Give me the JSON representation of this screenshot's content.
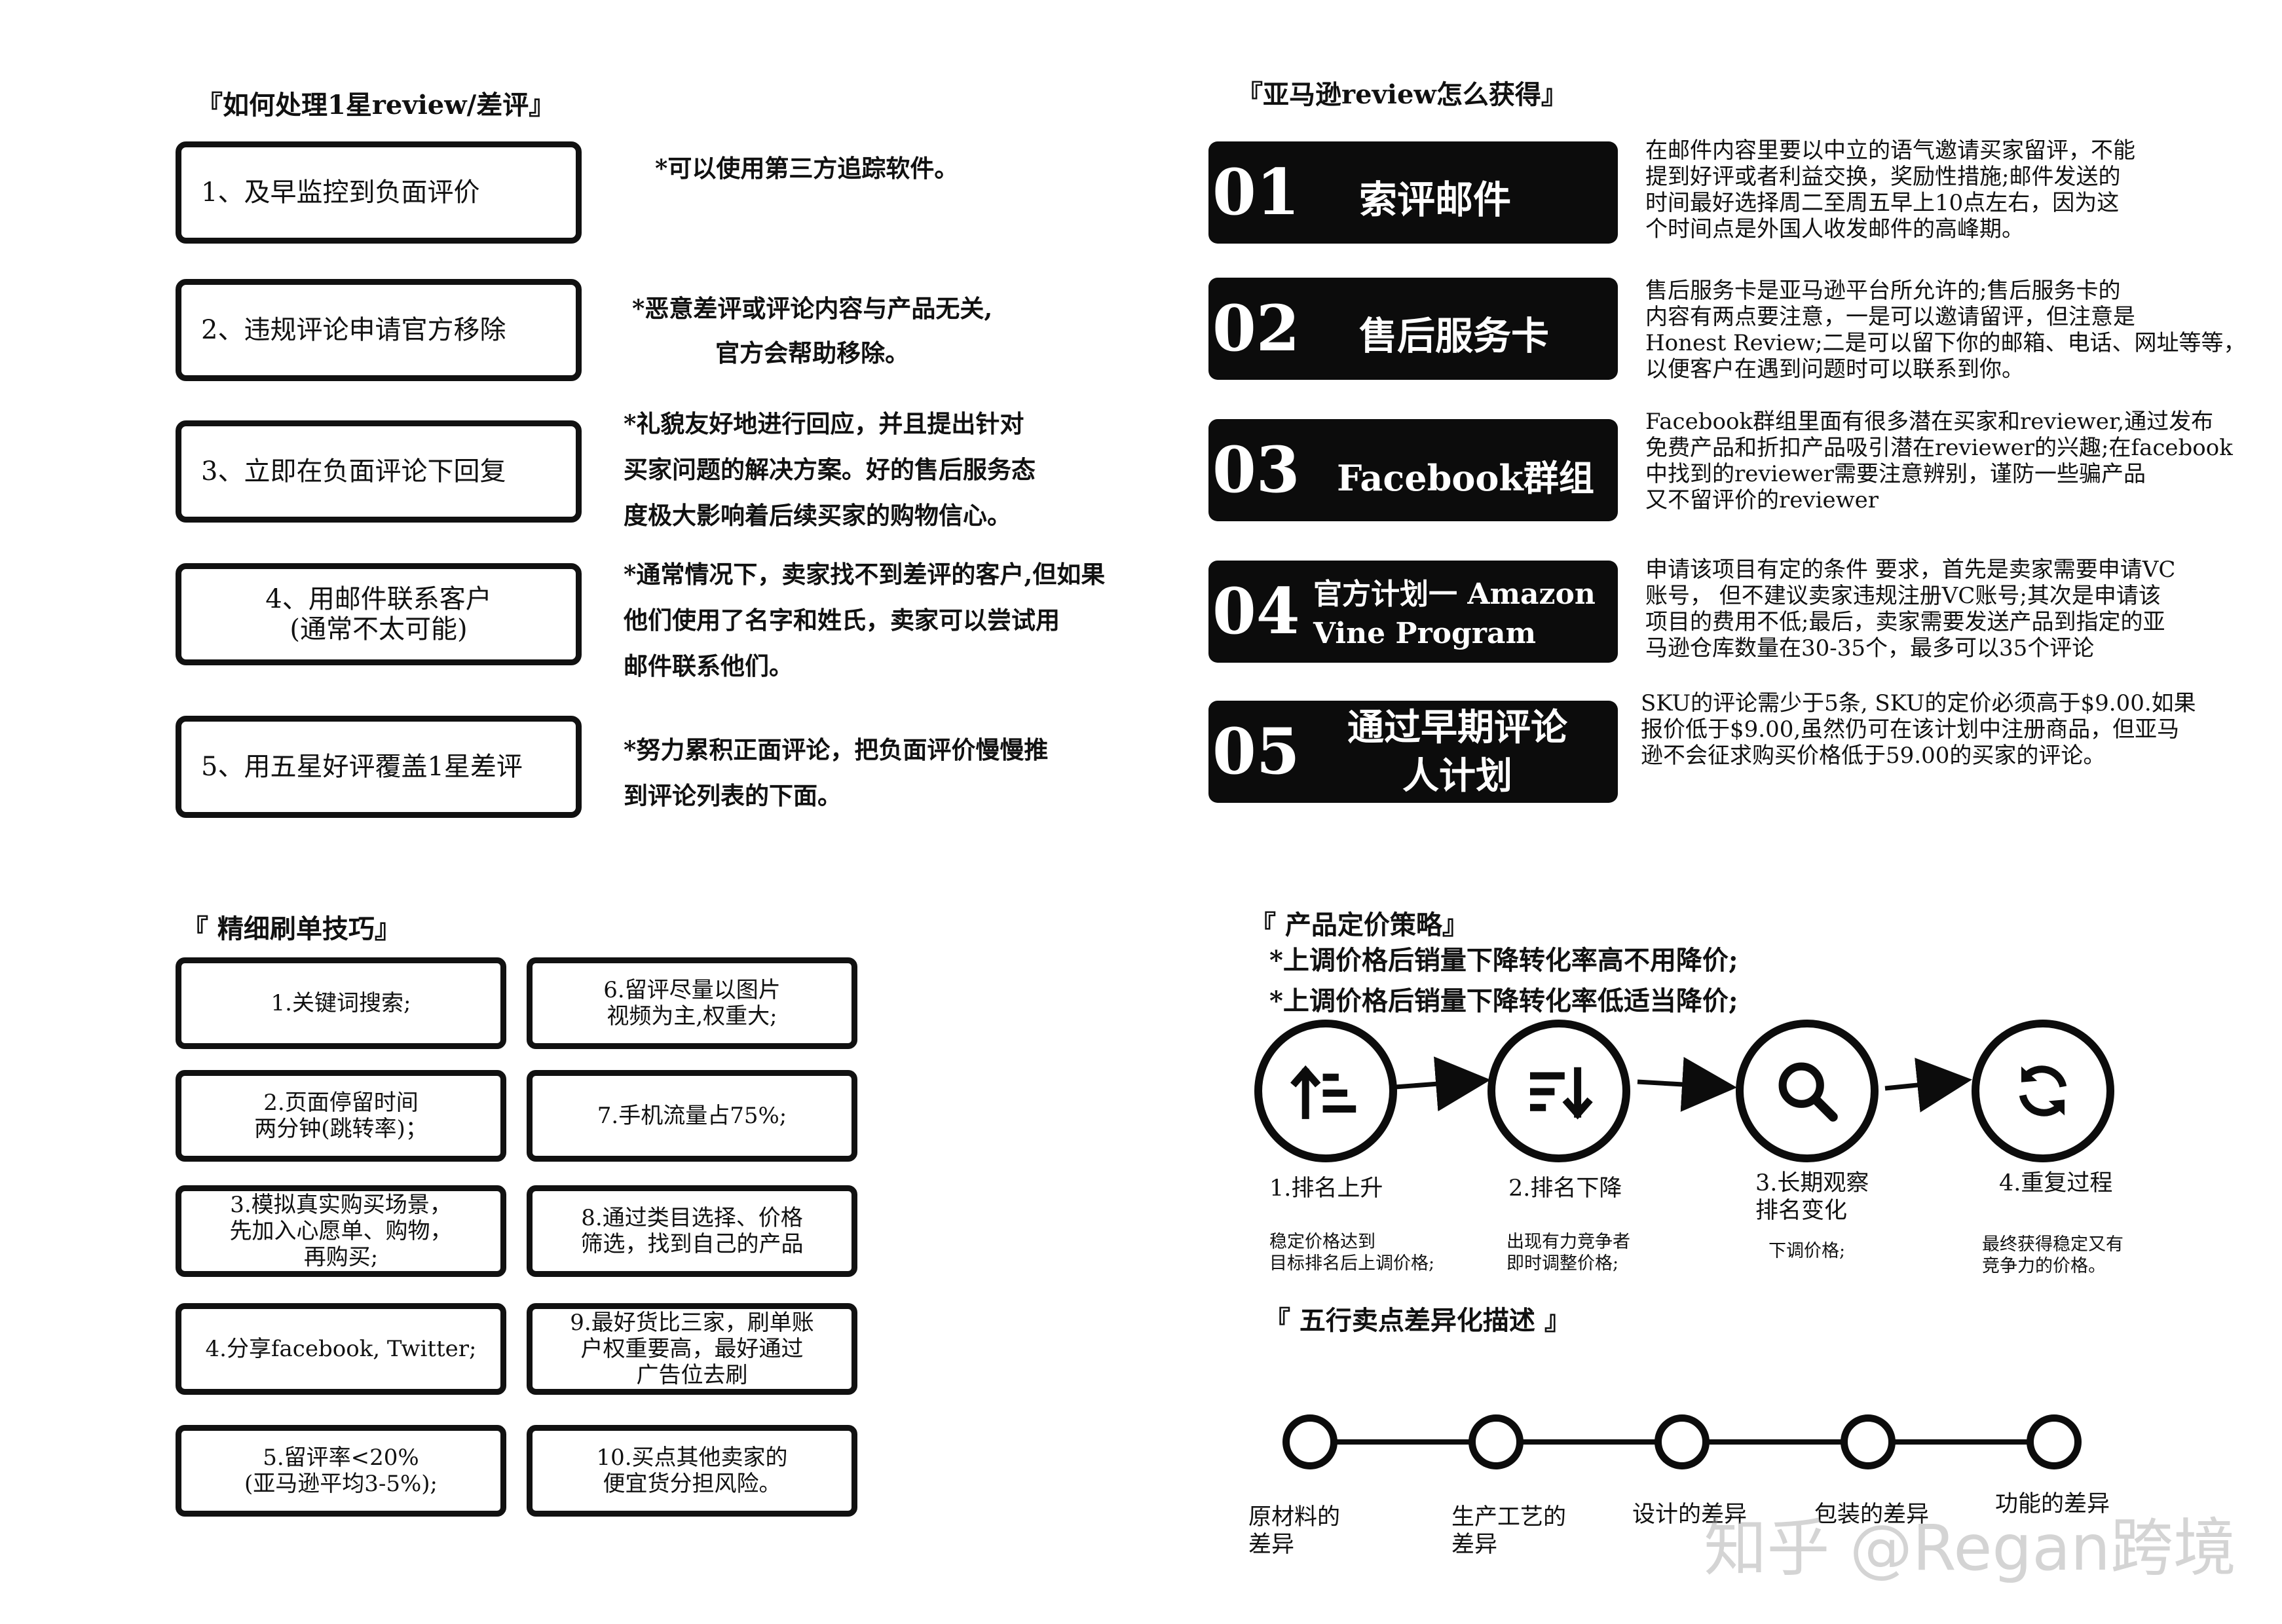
{
  "section_1": {
    "heading": "『如何处理1星review/差评』",
    "steps": [
      {
        "label": "1、及早监控到负面评价",
        "note": [
          "*可以使用第三方追踪软件。"
        ]
      },
      {
        "label": "2、违规评论申请官方移除",
        "note": [
          "*恶意差评或评论内容与产品无关,",
          "官方会帮助移除。"
        ]
      },
      {
        "label": "3、立即在负面评论下回复",
        "note": [
          "*礼貌友好地进行回应，并且提出针对",
          "买家问题的解决方案。好的售后服务态",
          "度极大影响着后续买家的购物信心。"
        ]
      },
      {
        "label_lines": [
          "4、用邮件联系客户",
          "(通常不太可能)"
        ],
        "note": [
          "*通常情况下，卖家找不到差评的客户,但如果",
          "他们使用了名字和姓氏，卖家可以尝试用",
          "邮件联系他们。"
        ]
      },
      {
        "label": "5、用五星好评覆盖1星差评",
        "note": [
          "*努力累积正面评论，把负面评价慢慢推",
          "到评论列表的下面。"
        ]
      }
    ]
  },
  "section_2": {
    "heading": "『亚马逊review怎么获得』",
    "items": [
      {
        "num": "01",
        "title": [
          "索评邮件"
        ],
        "desc": [
          "在邮件内容里要以中立的语气邀请买家留评，不能",
          "提到好评或者利益交换，奖励性措施;邮件发送的",
          "时间最好选择周二至周五早上10点左右，因为这",
          "个时间点是外国人收发邮件的高峰期。"
        ]
      },
      {
        "num": "02",
        "title": [
          "售后服务卡"
        ],
        "desc": [
          "售后服务卡是亚马逊平台所允许的;售后服务卡的",
          "内容有两点要注意，一是可以邀请留评，但注意是",
          "Honest Review;二是可以留下你的邮箱、电话、网址等等，",
          "以便客户在遇到问题时可以联系到你。"
        ]
      },
      {
        "num": "03",
        "title": [
          "Facebook群组"
        ],
        "desc": [
          "Facebook群组里面有很多潜在买家和reviewer,通过发布",
          "免费产品和折扣产品吸引潜在reviewer的兴趣;在facebook",
          "中找到的reviewer需要注意辨别，谨防一些骗产品",
          "又不留评价的reviewer"
        ]
      },
      {
        "num": "04",
        "title": [
          "官方计划一 Amazon",
          "Vine Program"
        ],
        "desc": [
          "申请该项目有定的条件 要求，首先是卖家需要申请VC",
          "账号， 但不建议卖家违规注册VC账号;其次是申请该",
          "项目的费用不低;最后，卖家需要发送产品到指定的亚",
          "马逊仓库数量在30-35个，最多可以35个评论"
        ]
      },
      {
        "num": "05",
        "title": [
          "通过早期评论",
          "人计划"
        ],
        "desc": [
          "SKU的评论需少于5条, SKU的定价必须高于$9.00.如果",
          "报价低于$9.00,虽然仍可在该计划中注册商品，但亚马",
          "逊不会征求购买价格低于59.00的买家的评论。"
        ]
      }
    ]
  },
  "section_3": {
    "heading": "『 精细刷单技巧』",
    "tips_left": [
      [
        "1.关键词搜索;"
      ],
      [
        "2.页面停留时间",
        "两分钟(跳转率)；"
      ],
      [
        "3.模拟真实购买场景，",
        "先加入心愿单、购物，",
        "再购买;"
      ],
      [
        "4.分享facebook, Twitter;"
      ],
      [
        "5.留评率<20%",
        "(亚马逊平均3-5%);"
      ]
    ],
    "tips_right": [
      [
        "6.留评尽量以图片",
        "视频为主,权重大;"
      ],
      [
        "7.手机流量占75%;"
      ],
      [
        "8.通过类目选择、价格",
        "筛选，找到自己的产品"
      ],
      [
        "9.最好货比三家，刷单账",
        "户权重要高，最好通过",
        "广告位去刷"
      ],
      [
        "10.买点其他卖家的",
        "便宜货分担风险。"
      ]
    ]
  },
  "section_4": {
    "heading": "『 产品定价策略』",
    "notes": [
      "*上调价格后销量下降转化率高不用降价;",
      "*上调价格后销量下降转化率低适当降价;"
    ],
    "steps": [
      {
        "icon": "sort-ascending-icon",
        "label": [
          "1.排名上升"
        ],
        "desc": [
          "稳定价格达到",
          "目标排名后上调价格;"
        ]
      },
      {
        "icon": "sort-descending-icon",
        "label": [
          "2.排名下降"
        ],
        "desc": [
          "出现有力竞争者",
          "即时调整价格;"
        ]
      },
      {
        "icon": "magnifier-icon",
        "label": [
          "3.长期观察",
          "排名变化"
        ],
        "desc": [
          "下调价格;"
        ]
      },
      {
        "icon": "refresh-icon",
        "label": [
          "4.重复过程"
        ],
        "desc": [
          "最终获得稳定又有",
          "竞争力的价格。"
        ]
      }
    ]
  },
  "section_5": {
    "heading": "『  五行卖点差异化描述 』",
    "items": [
      [
        "原材料的",
        "差异"
      ],
      [
        "生产工艺的",
        "差异"
      ],
      [
        "设计的差异"
      ],
      [
        "包装的差异"
      ],
      [
        "功能的差异"
      ]
    ]
  },
  "watermark": "知乎 @Regan跨境"
}
